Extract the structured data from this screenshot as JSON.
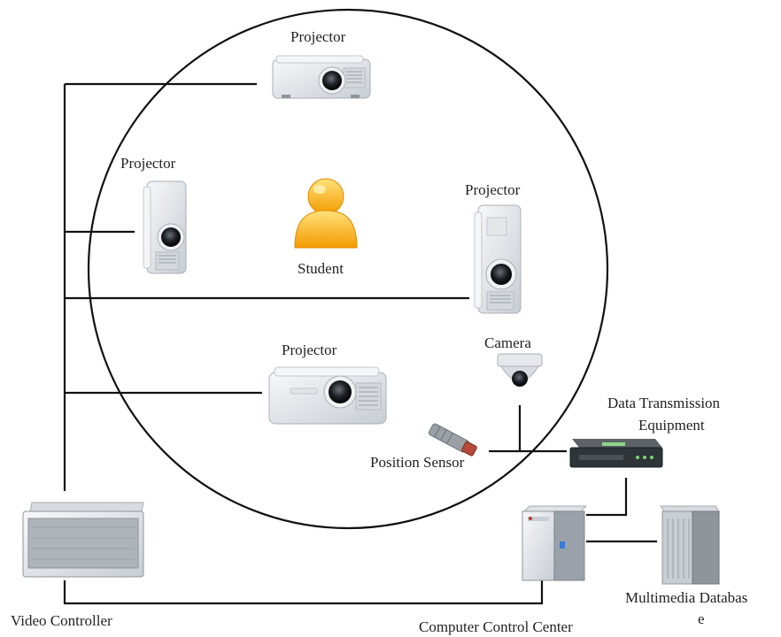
{
  "labels": {
    "projector_top": "Projector",
    "projector_left": "Projector",
    "projector_right": "Projector",
    "projector_bottom": "Projector",
    "student": "Student",
    "camera": "Camera",
    "position_sensor": "Position Sensor",
    "data_transmission_1": "Data Transmission",
    "data_transmission_2": "Equipment",
    "video_controller": "Video Controller",
    "computer_control_center": "Computer Control Center",
    "multimedia_database_1": "Multimedia Databas",
    "multimedia_database_2": "e"
  },
  "colors": {
    "line": "#111111",
    "device_body": "#eef0f2",
    "device_shade": "#c9ced4",
    "student": "#f5a400",
    "sensor": "#b34a3a"
  }
}
